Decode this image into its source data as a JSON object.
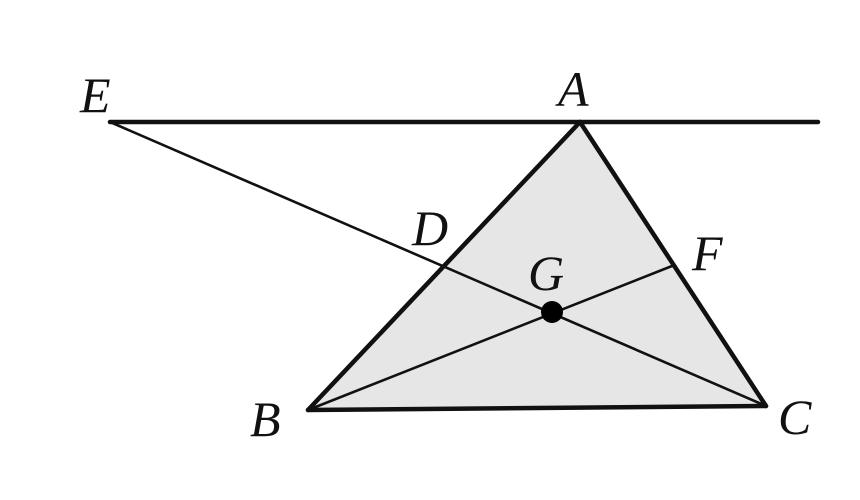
{
  "diagram": {
    "labels": {
      "E": "E",
      "A": "A",
      "D": "D",
      "F": "F",
      "G": "G",
      "B": "B",
      "C": "C"
    },
    "colors": {
      "triangle_fill": "#e6e6e6",
      "stroke": "#111111",
      "centroid": "#000000"
    }
  }
}
